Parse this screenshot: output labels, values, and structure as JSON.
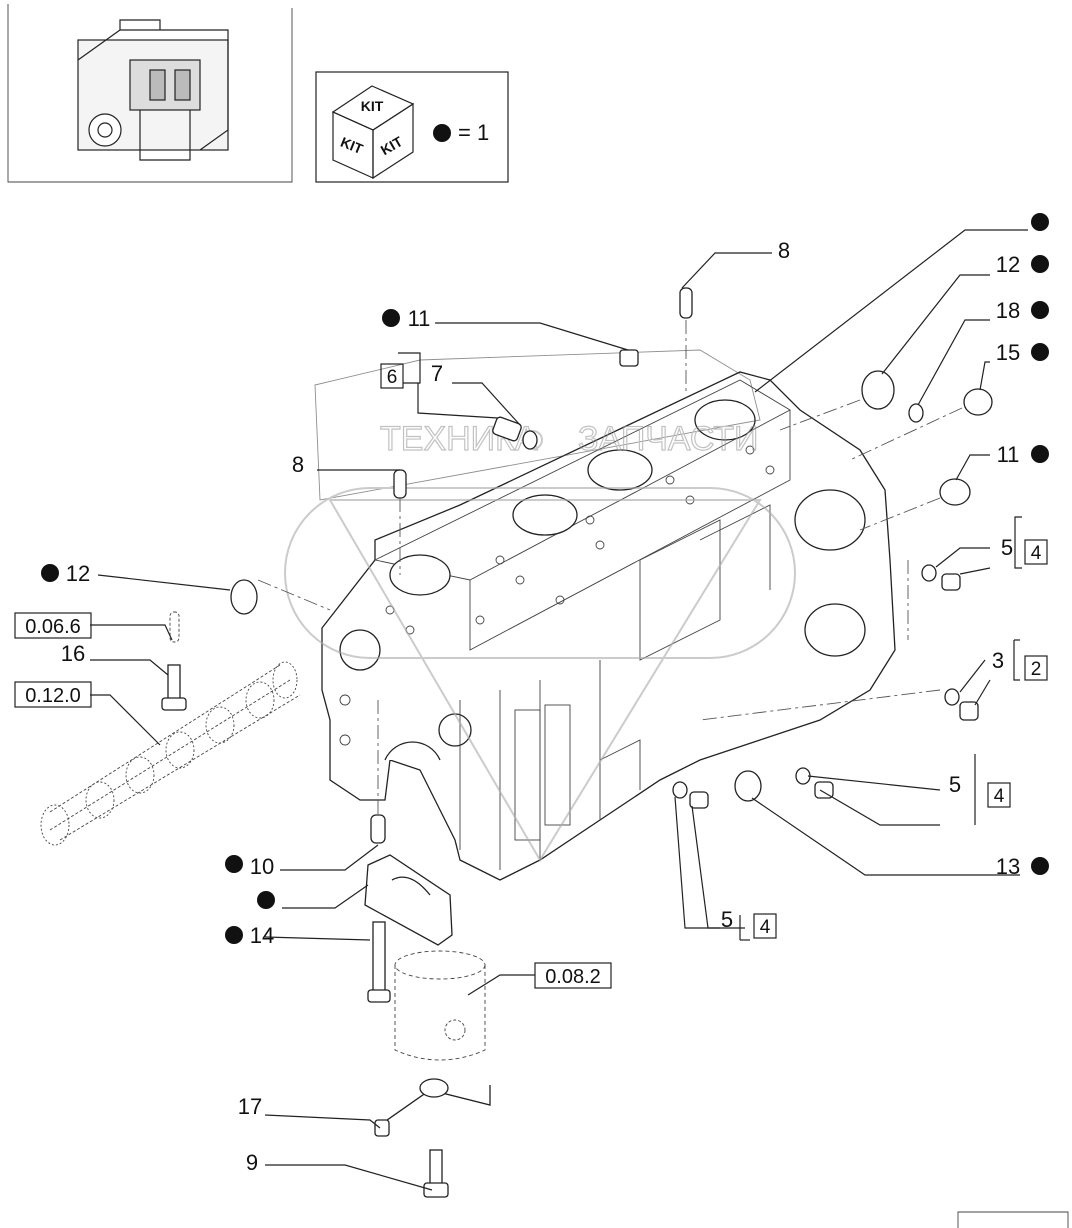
{
  "legend": {
    "kit_face_label": "KIT",
    "equals_text": "= 1"
  },
  "watermark": {
    "text_left": "ТЕХНИКА",
    "text_right": "ЗАПЧАСТИ"
  },
  "labels": {
    "l8_top": "8",
    "l12_top": "12",
    "l18": "18",
    "l15": "15",
    "l11_left": "11",
    "l6": "6",
    "l7": "7",
    "l11_right": "11",
    "l8_left": "8",
    "l5_a": "5",
    "l4_a": "4",
    "l12_left": "12",
    "ref_0066": "0.06.6",
    "l16": "16",
    "ref_0120": "0.12.0",
    "l3": "3",
    "l2": "2",
    "l5_b": "5",
    "l4_b": "4",
    "l10": "10",
    "l13": "13",
    "l14": "14",
    "l5_c": "5",
    "l4_c": "4",
    "ref_0082": "0.08.2",
    "l17": "17",
    "l9": "9"
  }
}
